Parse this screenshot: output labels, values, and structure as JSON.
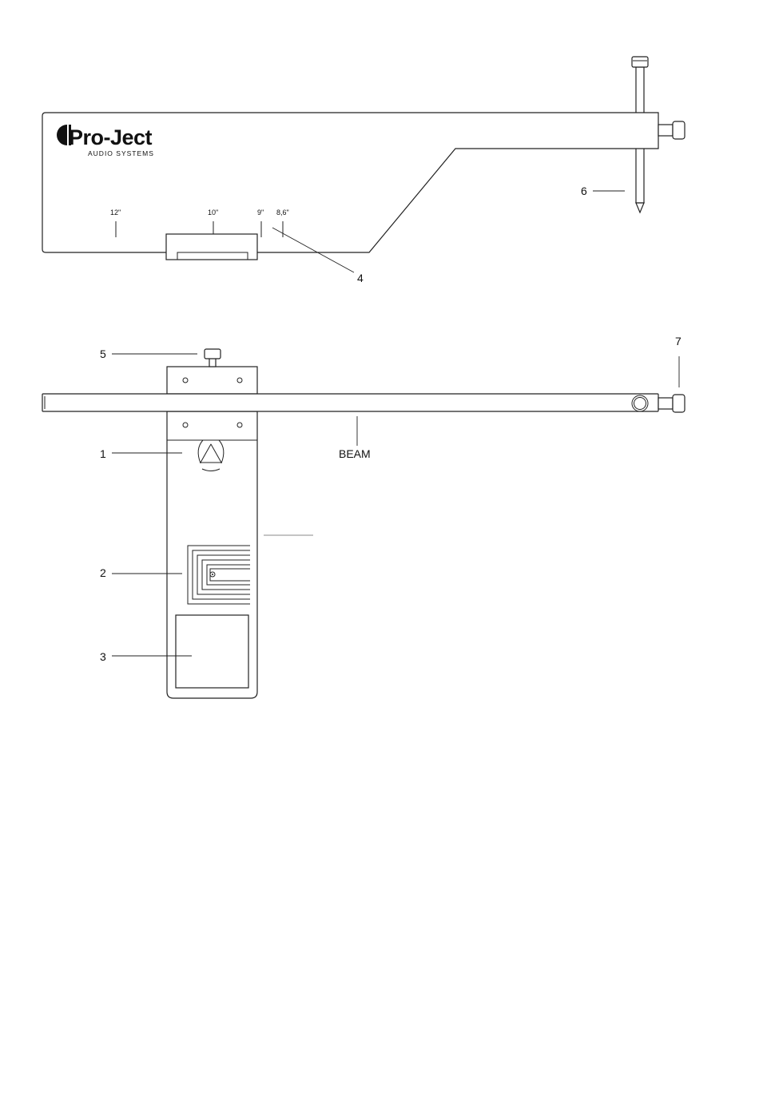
{
  "brand": {
    "name": "Pro-Ject",
    "subtitle": "AUDIO SYSTEMS"
  },
  "scale_marks": [
    "12\"",
    "10\"",
    "9\"",
    "8,6\""
  ],
  "callouts": {
    "c1": "1",
    "c2": "2",
    "c3": "3",
    "c4": "4",
    "c5": "5",
    "c6": "6",
    "c7": "7"
  },
  "beam_label": "BEAM"
}
